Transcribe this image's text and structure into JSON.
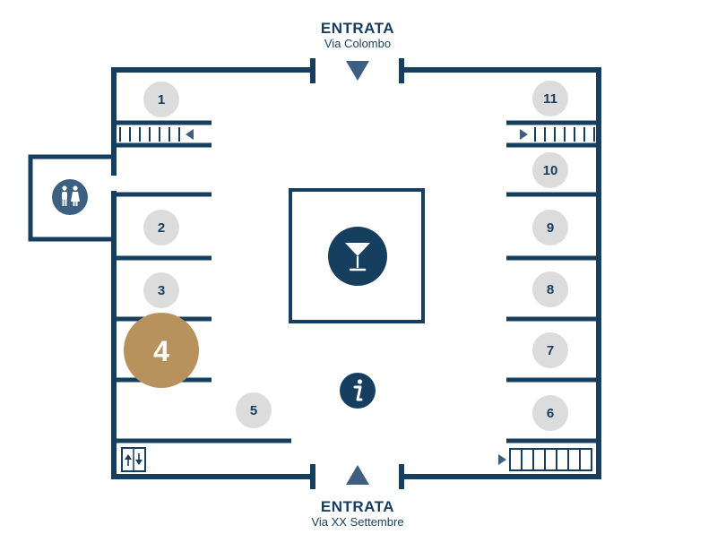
{
  "colors": {
    "wall": "#163e5f",
    "stall_marker": "#dcdcdc",
    "highlight": "#b8925c",
    "icon_bg": "#163e5f",
    "restroom_bg": "#3d5f82"
  },
  "entrances": {
    "top": {
      "title": "ENTRATA",
      "street": "Via Colombo",
      "arrow_icon": "triangle-down-icon"
    },
    "bottom": {
      "title": "ENTRATA",
      "street": "Via XX Settembre",
      "arrow_icon": "triangle-up-icon"
    }
  },
  "stalls": [
    {
      "number": "1",
      "highlighted": false
    },
    {
      "number": "2",
      "highlighted": false
    },
    {
      "number": "3",
      "highlighted": false
    },
    {
      "number": "4",
      "highlighted": true
    },
    {
      "number": "5",
      "highlighted": false
    },
    {
      "number": "6",
      "highlighted": false
    },
    {
      "number": "7",
      "highlighted": false
    },
    {
      "number": "8",
      "highlighted": false
    },
    {
      "number": "9",
      "highlighted": false
    },
    {
      "number": "10",
      "highlighted": false
    },
    {
      "number": "11",
      "highlighted": false
    }
  ],
  "icons": {
    "bar": "cocktail-glass-icon",
    "info": "info-icon",
    "restroom": "restroom-icon",
    "elevator": "elevator-icon",
    "stairs": "stairs-icon"
  }
}
